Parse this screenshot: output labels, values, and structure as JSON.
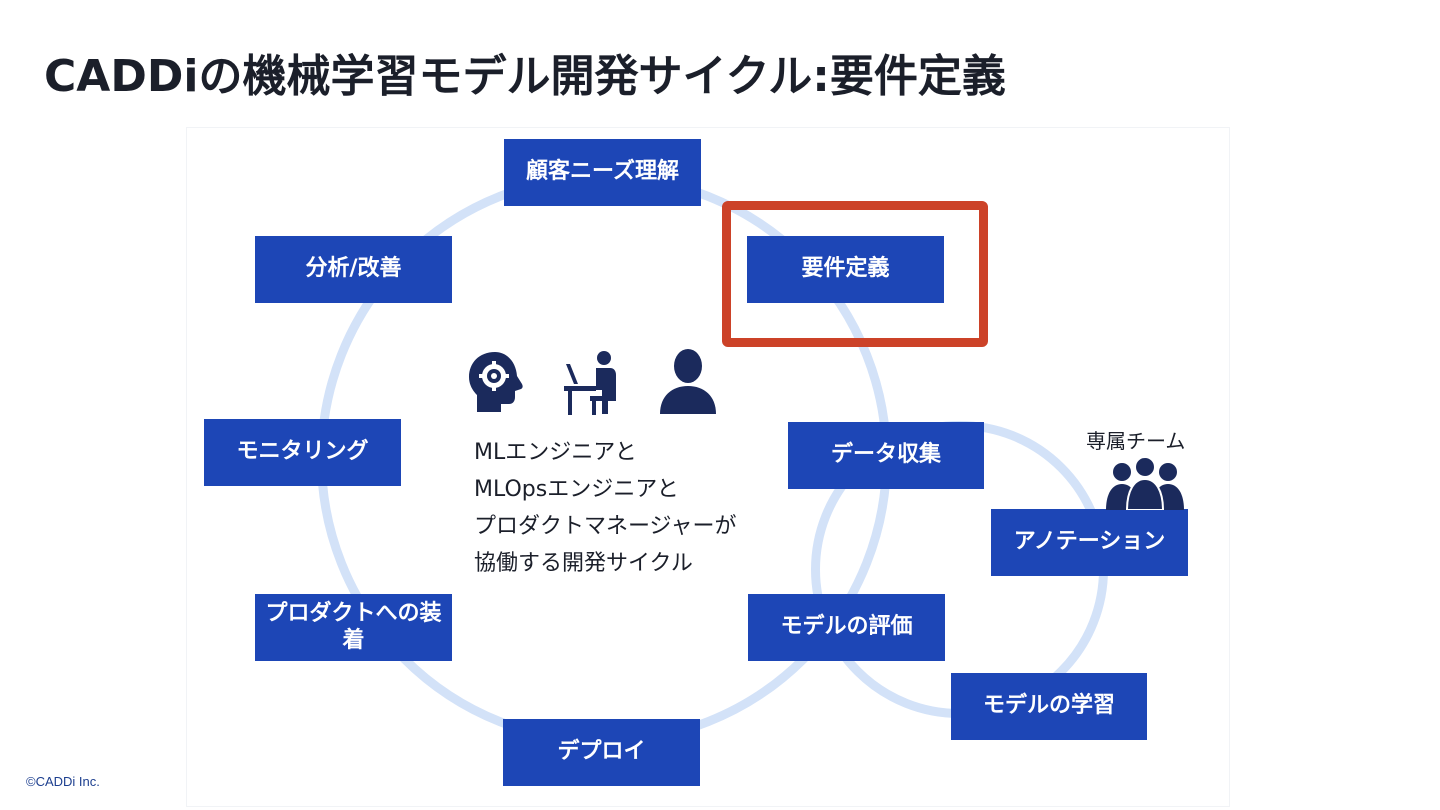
{
  "slide": {
    "title": "CADDiの機械学習モデル開発サイクル:要件定義",
    "copyright": "©CADDi Inc."
  },
  "diagram": {
    "highlighted_step": "要件定義",
    "colors": {
      "box_fill": "#1d46b6",
      "ring": "#d3e2f8",
      "highlight_border": "#cc4228",
      "icon": "#1b2a5c"
    },
    "main_cycle_steps": [
      "顧客ニーズ理解",
      "要件定義",
      "データ収集",
      "モデルの評価",
      "デプロイ",
      "プロダクトへの装着",
      "モニタリング",
      "分析/改善"
    ],
    "sub_cycle_steps": [
      "データ収集",
      "アノテーション",
      "モデルの学習",
      "モデルの評価"
    ],
    "team_label": "専属チーム",
    "center_lines": [
      "MLエンジニアと",
      "MLOpsエンジニアと",
      "プロダクトマネージャーが",
      "協働する開発サイクル"
    ],
    "center_icons": [
      "brain-gear-icon",
      "person-at-desk-icon",
      "person-icon"
    ],
    "team_icon": "group-icon"
  }
}
